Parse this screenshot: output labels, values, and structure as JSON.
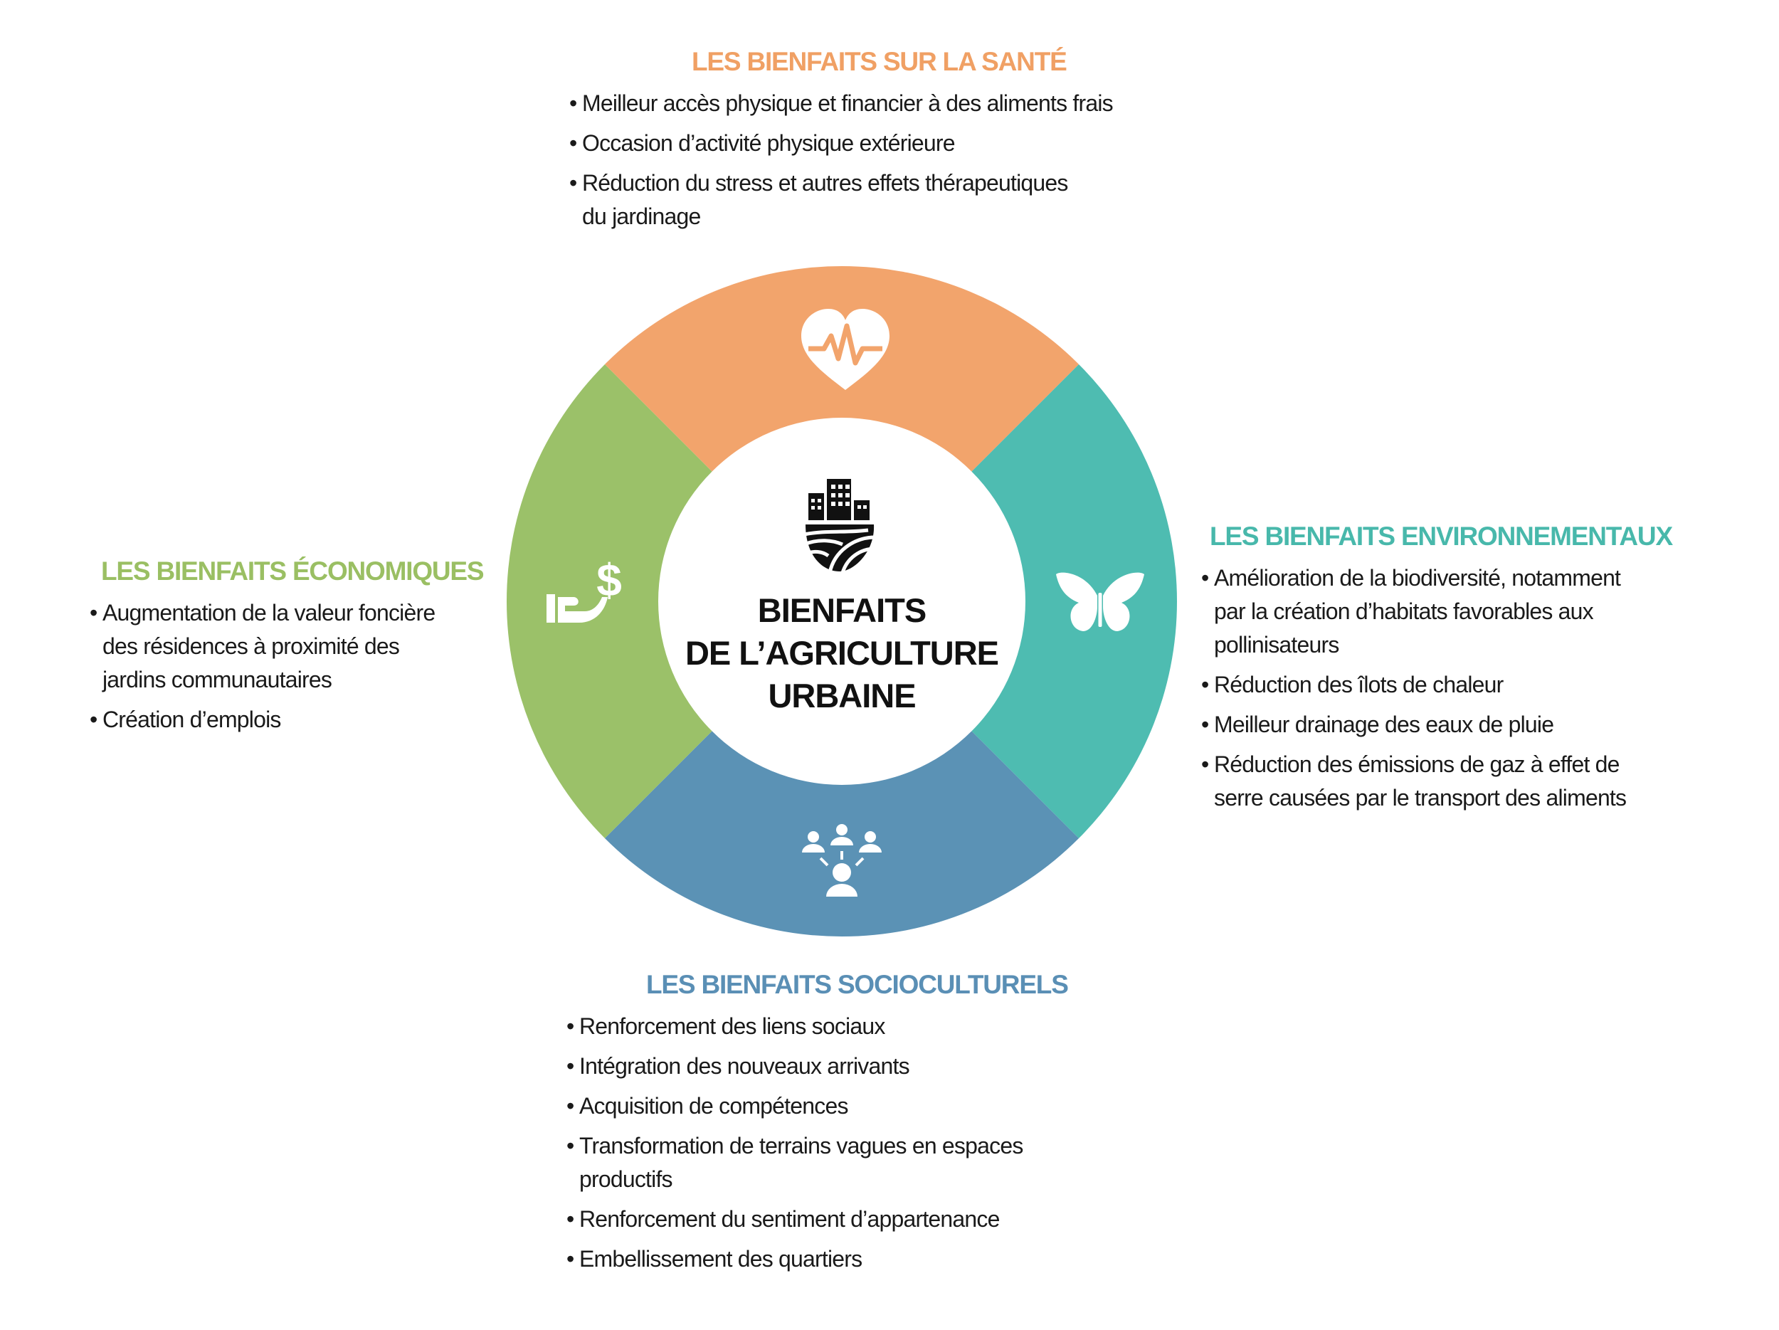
{
  "center": {
    "lines": [
      "BIENFAITS",
      "DE L’AGRICULTURE",
      "URBAINE"
    ],
    "icon": "city-farm-icon"
  },
  "colors": {
    "health": "#f2a46c",
    "environment": "#4ebcb1",
    "social": "#5b92b5",
    "economic": "#9bc169"
  },
  "health": {
    "title": "LES BIENFAITS SUR LA SANTÉ",
    "icon": "heart-pulse-icon",
    "items": [
      [
        "Meilleur accès physique et financier à des aliments frais"
      ],
      [
        "Occasion d’activité physique extérieure"
      ],
      [
        "Réduction du stress et autres effets thérapeutiques",
        "du jardinage"
      ]
    ]
  },
  "environment": {
    "title": "LES BIENFAITS ENVIRONNEMENTAUX",
    "icon": "butterfly-icon",
    "items": [
      [
        "Amélioration de la biodiversité, notamment",
        "par la création d’habitats favorables aux",
        "pollinisateurs"
      ],
      [
        "Réduction des îlots de chaleur"
      ],
      [
        "Meilleur drainage des eaux de pluie"
      ],
      [
        "Réduction des émissions de gaz à effet de",
        "serre causées par le transport des aliments"
      ]
    ]
  },
  "economic": {
    "title": "LES BIENFAITS ÉCONOMIQUES",
    "icon": "hand-dollar-icon",
    "items": [
      [
        "Augmentation de la valeur foncière",
        "des résidences à proximité des",
        "jardins communautaires"
      ],
      [
        "Création d’emplois"
      ]
    ]
  },
  "social": {
    "title": "LES BIENFAITS SOCIOCULTURELS",
    "icon": "community-network-icon",
    "items": [
      [
        "Renforcement des liens sociaux"
      ],
      [
        "Intégration des nouveaux arrivants"
      ],
      [
        "Acquisition de compétences"
      ],
      [
        "Transformation de terrains vagues en espaces",
        "productifs"
      ],
      [
        "Renforcement du sentiment d’appartenance"
      ],
      [
        "Embellissement des quartiers"
      ]
    ]
  }
}
